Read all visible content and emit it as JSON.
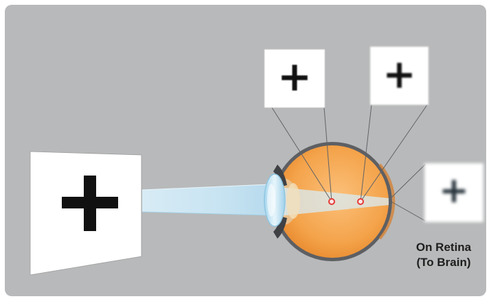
{
  "images": {
    "object_symbol": "+",
    "retina_image_1": "+",
    "retina_image_2": "+",
    "retina_image_3": "+"
  },
  "caption": {
    "line1": "On Retina",
    "line2": "(To Brain)"
  },
  "colors": {
    "background": "#b8b9ba",
    "eyeball": "#f3a24b",
    "sclera_edge": "#5d5f63",
    "light_beam": "#cfe7f4",
    "focus_point": "#e53935",
    "guide_line": "#5f6266"
  },
  "icon_names": {
    "object_card": "plus-sign-card",
    "eye": "human-eye-cross-section",
    "focus_points": "red-focus-point"
  }
}
